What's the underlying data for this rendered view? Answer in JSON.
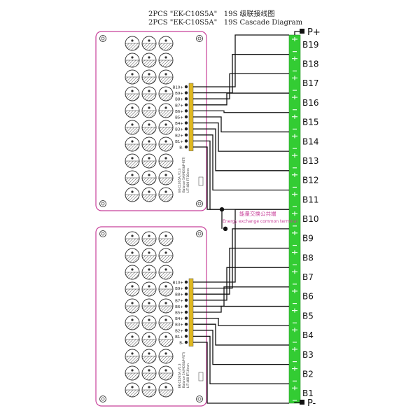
{
  "title_cn": "2PCS \"EK-C10S5A\"   19S 级联接线图",
  "title_en": "2PCS \"EK-C10S5A\"   19S Cascade Diagram",
  "terminals": {
    "positive": "P+",
    "negative": "P-"
  },
  "cells": [
    "B19",
    "B18",
    "B17",
    "B16",
    "B15",
    "B14",
    "B13",
    "B12",
    "B11",
    "B10",
    "B9",
    "B8",
    "B7",
    "B6",
    "B5",
    "B4",
    "B3",
    "B2",
    "B1"
  ],
  "board_pins": [
    "B10+",
    "B9+",
    "B8+",
    "B7+",
    "B6+",
    "B5+",
    "B4+",
    "B3+",
    "B2+",
    "B1+",
    "B-"
  ],
  "board_label_1": "EK-C10S5A_V1.3",
  "board_label_2": "Balance 5A(MOS&P-FET)",
  "board_label_3": "LIT-400 FF10mm",
  "common_terminal_cn": "能量交换公共端",
  "common_terminal_en": "Energy exchange common terminal",
  "colors": {
    "board_outline": "#c8409a",
    "cell_fill": "#33cc33",
    "wire": "#111111",
    "common_label": "#c8409a",
    "pin_header": "#e0b820"
  }
}
